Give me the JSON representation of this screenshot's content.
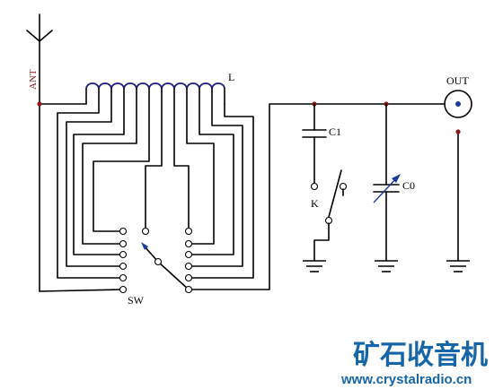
{
  "diagram": {
    "labels": {
      "antenna": "ANT",
      "coil": "L",
      "output": "OUT",
      "capacitor_fixed": "C1",
      "capacitor_variable": "C0",
      "switch_k": "K",
      "switch_sw": "SW"
    }
  },
  "watermark": {
    "chinese": "矿石收音机",
    "url": "www.crystalradio.cn"
  },
  "colors": {
    "wire": "#000000",
    "coil": "#1a1a80",
    "junction": "#8b1a1a",
    "arrow": "#1a3aa0",
    "logo": "#1565a8"
  }
}
